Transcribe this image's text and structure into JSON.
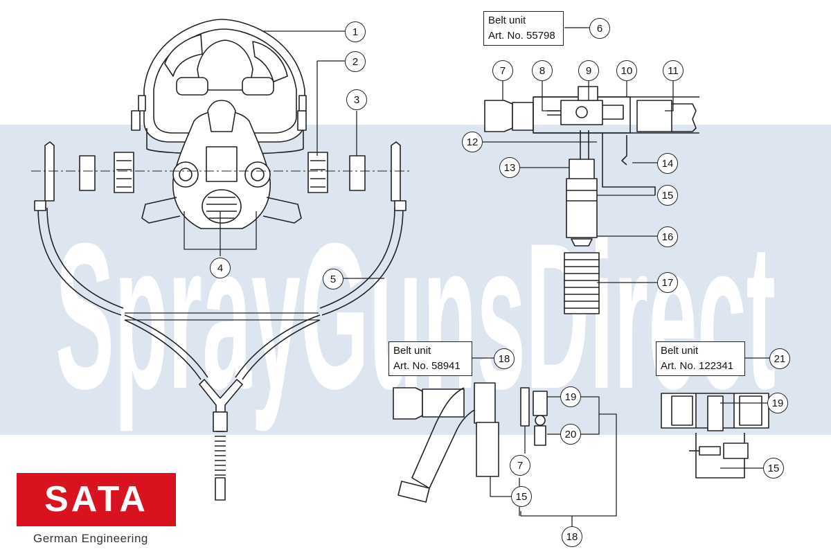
{
  "colors": {
    "watermark_band": "#dde6f0",
    "watermark_text": "#ffffff",
    "brand_red": "#d9121f",
    "line": "#222222"
  },
  "watermark": {
    "text": "SprayGunsDirect"
  },
  "belt_units": [
    {
      "title": "Belt unit",
      "art_no": "Art. No. 55798",
      "callout": "6"
    },
    {
      "title": "Belt unit",
      "art_no": "Art. No. 58941",
      "callout": "18"
    },
    {
      "title": "Belt unit",
      "art_no": "Art. No. 122341",
      "callout": "21"
    }
  ],
  "callouts": {
    "c1": "1",
    "c2": "2",
    "c3": "3",
    "c4": "4",
    "c5": "5",
    "c7a": "7",
    "c8": "8",
    "c9": "9",
    "c10": "10",
    "c11": "11",
    "c12": "12",
    "c13": "13",
    "c14": "14",
    "c15a": "15",
    "c16": "16",
    "c17": "17",
    "c19a": "19",
    "c20": "20",
    "c7b": "7",
    "c15b": "15",
    "c18b": "18",
    "c19b": "19",
    "c15c": "15"
  },
  "logo": {
    "brand": "SATA",
    "tagline": "German Engineering"
  }
}
